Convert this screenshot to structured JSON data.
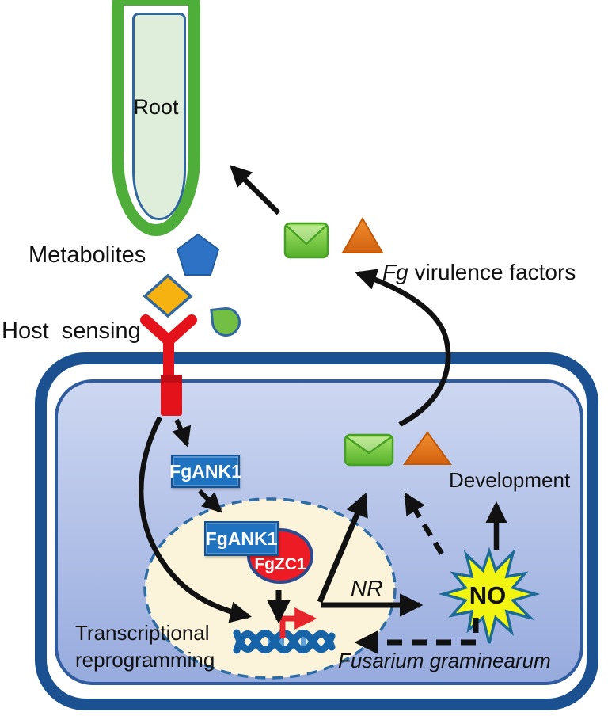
{
  "figure": {
    "title": "Fusarium graminearum host sensing and virulence signaling diagram",
    "labels": {
      "root": "Root",
      "metabolites": "Metabolites",
      "host_sensing": "Host  sensing",
      "fg_italic": "Fg",
      "virulence_factors": " virulence factors",
      "fgank1_cytoplasm": "FgANK1",
      "fgank1_nucleus": "FgANK1",
      "fgzc1": "FgZC1",
      "transcriptional_reprogramming": "Transcriptional\nreprogramming",
      "nr": "NR",
      "no": "NO",
      "development": "Development",
      "fusarium": "Fusarium graminearum"
    },
    "icons": {
      "root_tube": "root-tube-icon",
      "pentagon": "metabolite-pentagon-icon",
      "diamond": "metabolite-diamond-icon",
      "droplet": "metabolite-droplet-icon",
      "receptor": "host-sensing-receptor-icon",
      "envelope": "virulence-factor-envelope-icon",
      "triangle": "virulence-factor-triangle-icon",
      "dna": "dna-helix-icon",
      "promoter": "promoter-arrow-icon",
      "no_burst": "no-burst-icon"
    }
  },
  "colors": {
    "root_green": "#4fae3a",
    "root_fill": "#dfeeda",
    "steel_blue": "#31679f",
    "membrane_dark": "#1b5191",
    "cell_border": "#2e5c9e",
    "cell_fill_top": "#cdd7f1",
    "cell_fill_bottom": "#97abde",
    "nucleus_fill": "#fcf4da",
    "nucleus_border": "#2e6da4",
    "box_blue": "#1e72bf",
    "receptor_red": "#e3121b",
    "zc1_red": "#ed1c24",
    "dna_blue": "#1663a8",
    "promoter_red": "#e8252a",
    "star_yellow": "#f2f411",
    "star_border": "#1c6a96",
    "envelope_green": "#55b02a",
    "triangle_orange": "#e2711d",
    "pentagon_blue": "#2d72c4",
    "diamond_orange": "#f6b211",
    "droplet_green": "#72bf44",
    "arrow_black": "#111111"
  }
}
